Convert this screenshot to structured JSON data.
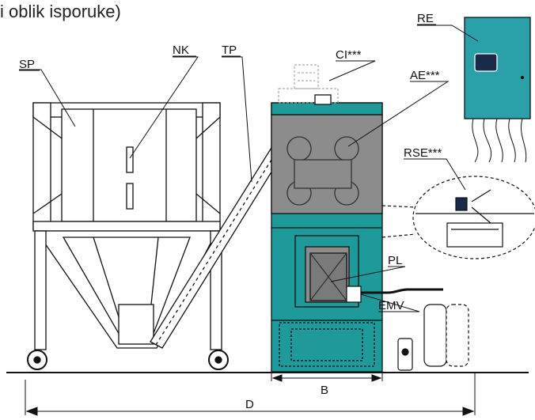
{
  "caption": "i oblik isporuke)",
  "labels": {
    "sp": "SP",
    "nk": "NK",
    "tp": "TP",
    "ci": "CI***",
    "ae": "AE***",
    "re": "RE",
    "rse": "RSE***",
    "pl": "PL",
    "emv": "EMV",
    "b": "B",
    "d": "D"
  },
  "colors": {
    "boiler_teal": "#1f9a9a",
    "grey_panel": "#8c8c8c",
    "control_box": "#2aa1a8",
    "line": "#111111"
  }
}
